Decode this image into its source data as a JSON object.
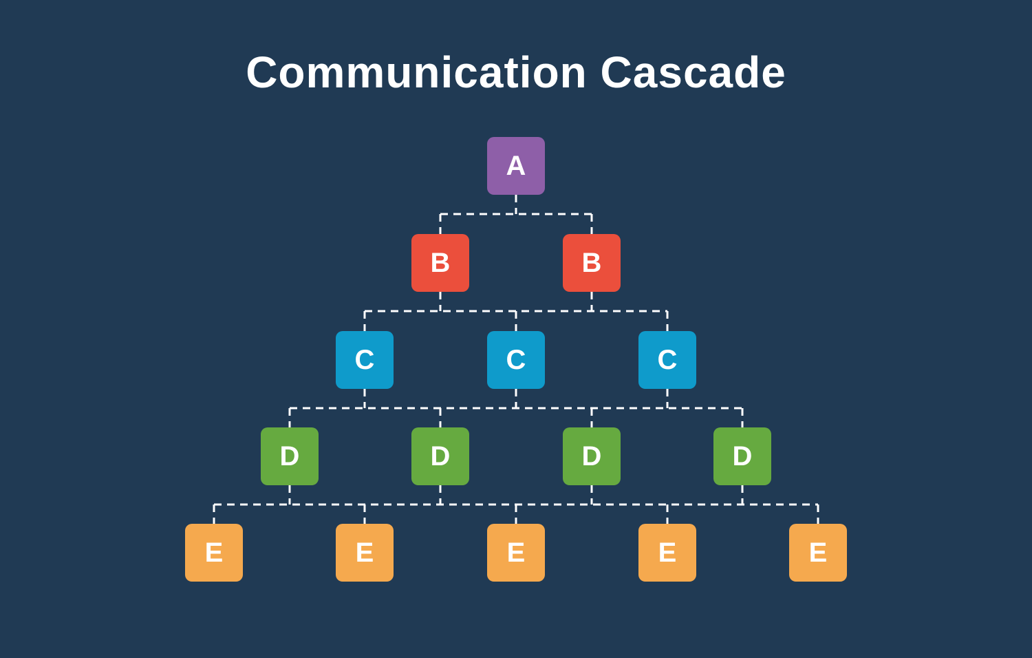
{
  "title": "Communication Cascade",
  "colors": {
    "background": "#203a54",
    "title": "#ffffff",
    "connector": "#ffffff",
    "level_a": "#8e5fa8",
    "level_b": "#eb4f3c",
    "level_c": "#0f9bcb",
    "level_d": "#66aa40",
    "level_e": "#f5a94e"
  },
  "rows": [
    {
      "level": "A",
      "labels": [
        "A"
      ]
    },
    {
      "level": "B",
      "labels": [
        "B",
        "B"
      ]
    },
    {
      "level": "C",
      "labels": [
        "C",
        "C",
        "C"
      ]
    },
    {
      "level": "D",
      "labels": [
        "D",
        "D",
        "D",
        "D"
      ]
    },
    {
      "level": "E",
      "labels": [
        "E",
        "E",
        "E",
        "E",
        "E"
      ]
    }
  ]
}
